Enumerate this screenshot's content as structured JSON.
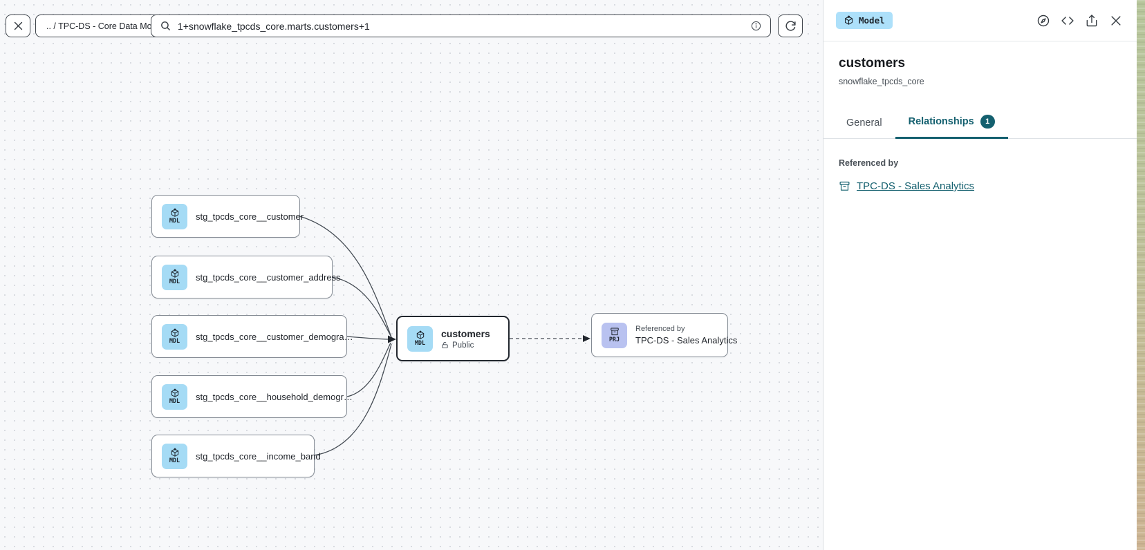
{
  "toolbar": {
    "breadcrumb": ".. / TPC-DS - Core Data Models",
    "search_value": "1+snowflake_tpcds_core.marts.customers+1"
  },
  "panel": {
    "type_badge": "Model",
    "title": "customers",
    "subtitle": "snowflake_tpcds_core",
    "tabs": [
      {
        "label": "General"
      },
      {
        "label": "Relationships",
        "count": "1"
      }
    ],
    "referenced_by_label": "Referenced by",
    "reference_link": "TPC-DS - Sales Analytics"
  },
  "graph": {
    "upstream_nodes": [
      {
        "badge": "MDL",
        "label": "stg_tpcds_core__customer"
      },
      {
        "badge": "MDL",
        "label": "stg_tpcds_core__customer_address"
      },
      {
        "badge": "MDL",
        "label": "stg_tpcds_core__customer_demogra…"
      },
      {
        "badge": "MDL",
        "label": "stg_tpcds_core__household_demogr…"
      },
      {
        "badge": "MDL",
        "label": "stg_tpcds_core__income_band"
      }
    ],
    "selected_node": {
      "badge": "MDL",
      "label": "customers",
      "visibility": "Public"
    },
    "referenced_node": {
      "badge": "PRJ",
      "kicker": "Referenced by",
      "label": "TPC-DS - Sales Analytics"
    }
  },
  "colors": {
    "accent_teal": "#14606f",
    "model_badge_bg": "#a5dbf5",
    "project_badge_bg": "#b9c2f0"
  }
}
